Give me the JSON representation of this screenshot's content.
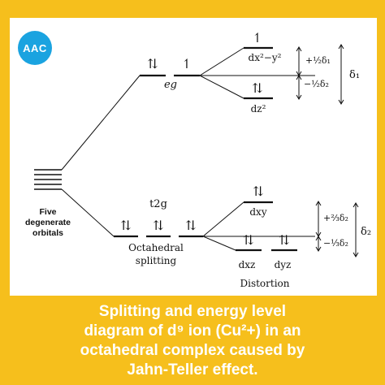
{
  "logo": {
    "text": "AAC"
  },
  "diagram": {
    "degenerate_label": [
      "Five",
      "degenerate",
      "orbitals"
    ],
    "eg_label": "eg",
    "t2g_label": "t2g",
    "octahedral_label": [
      "Octahedral",
      "splitting"
    ],
    "distortion_label": "Distortion",
    "orbitals": {
      "dx2y2": "dx²−y²",
      "dz2": "dz²",
      "dxy": "dxy",
      "dxz": "dxz",
      "dyz": "dyz"
    },
    "splits": {
      "half_d1": "+½δ₁",
      "neg_half_d2": "−½δ₂",
      "delta1": "δ₁",
      "two_thirds_d2": "+⅔δ₂",
      "neg_third_d2": "−⅓δ₂",
      "delta2": "δ₂"
    },
    "electrons": {
      "pair": "⇅",
      "single": "↿"
    }
  },
  "caption": {
    "lines": [
      "Splitting and energy level",
      "diagram of d⁹ ion (Cu²+) in an",
      "octahedral complex caused by",
      "Jahn-Teller effect."
    ]
  },
  "colors": {
    "background": "#f6bf1c",
    "panel": "#ffffff",
    "badge": "#1aa3e0",
    "caption": "#ffffff"
  }
}
